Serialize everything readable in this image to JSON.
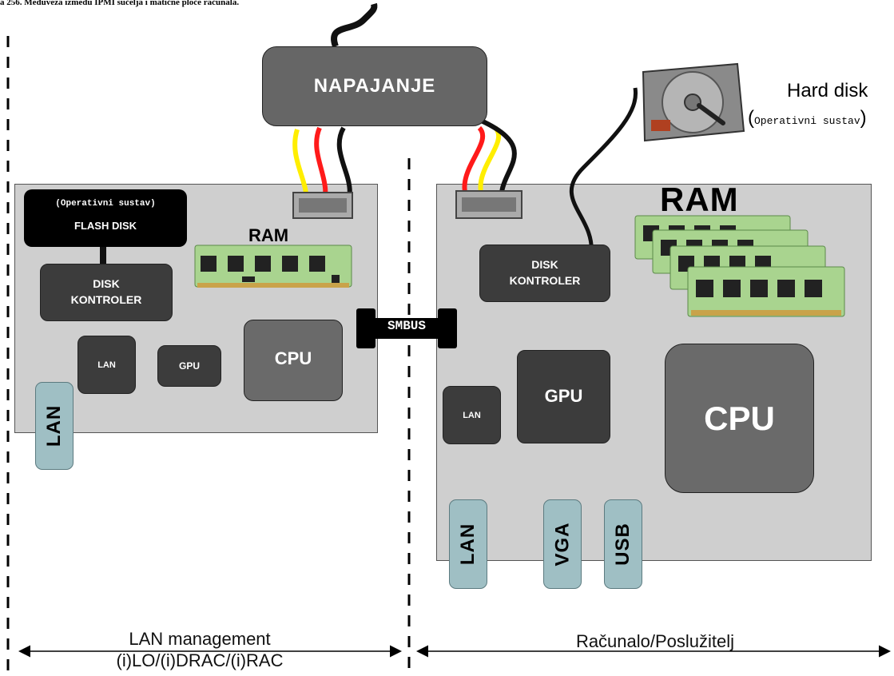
{
  "caption": "a 256. Međuveza između IPMI sučelja i matične ploče računala.",
  "power": {
    "label": "NAPAJANJE"
  },
  "hard_disk": {
    "title": "Hard disk",
    "os_prefix": "(",
    "os_label": "Operativni sustav",
    "os_suffix": ")"
  },
  "left_board": {
    "flash_os": "(Operativni sustav)",
    "flash_label": "FLASH DISK",
    "ram_label": "RAM",
    "disk_ctrl_line1": "DISK",
    "disk_ctrl_line2": "KONTROLER",
    "lan_chip": "LAN",
    "gpu_chip": "GPU",
    "cpu_chip": "CPU",
    "lan_port": "LAN"
  },
  "smbus": {
    "label": "SMBUS"
  },
  "right_board": {
    "ram_label": "RAM",
    "disk_ctrl_line1": "DISK",
    "disk_ctrl_line2": "KONTROLER",
    "lan_chip": "LAN",
    "gpu_chip": "GPU",
    "cpu_chip": "CPU",
    "ports": [
      "LAN",
      "VGA",
      "USB"
    ]
  },
  "bottom": {
    "left_line1": "LAN management",
    "left_line2": "(i)LO/(i)DRAC/(i)RAC",
    "right_label": "Računalo/Poslužitelj"
  },
  "colors": {
    "board": "#cfcfcf",
    "chip_dark": "#3c3c3c",
    "chip_light": "#6a6a6a",
    "port": "#9fbfc4",
    "ram_pcb": "#a9d48f",
    "wire_yellow": "#ffee00",
    "wire_red": "#ff1a1a",
    "wire_black": "#111111"
  }
}
